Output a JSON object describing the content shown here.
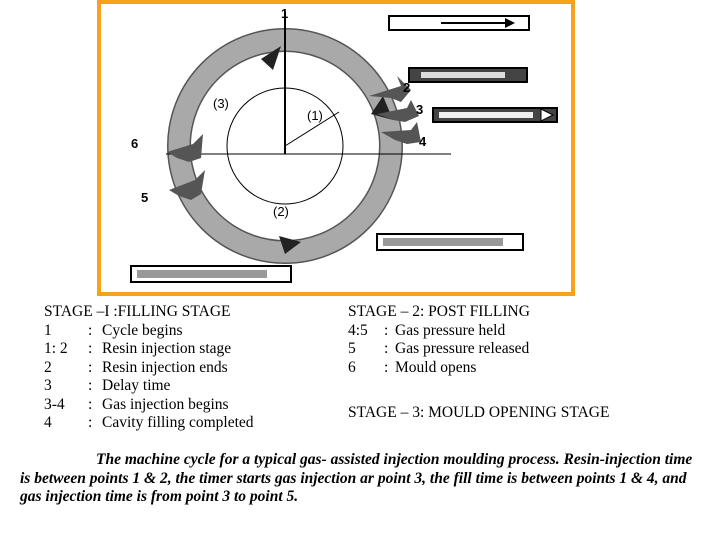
{
  "diagram": {
    "point_labels": [
      "1",
      "2",
      "3",
      "4",
      "5",
      "6"
    ],
    "interval_labels": [
      "(1)",
      "(2)",
      "(3)"
    ],
    "frame_color": "#f7a21b",
    "ring_color": "#a9a9a9",
    "icons": [
      "cycle-ring",
      "mould-cavity-icon",
      "arrow-icon"
    ]
  },
  "stage1": {
    "title": "STAGE –I :FILLING STAGE",
    "rows": [
      {
        "key": "1",
        "sep": ":",
        "desc": "Cycle begins"
      },
      {
        "key": "1: 2",
        "sep": ":",
        "desc": "Resin injection stage"
      },
      {
        "key": "2",
        "sep": ":",
        "desc": "Resin injection ends"
      },
      {
        "key": "3",
        "sep": ":",
        "desc": "Delay time"
      },
      {
        "key": "3-4",
        "sep": ":",
        "desc": "Gas injection begins"
      },
      {
        "key": "4",
        "sep": ":",
        "desc": "Cavity filling completed"
      }
    ]
  },
  "stage2": {
    "title": "STAGE – 2: POST FILLING",
    "rows": [
      {
        "key": "4:5",
        "sep": ":",
        "desc": "Gas pressure held"
      },
      {
        "key": "5",
        "sep": ":",
        "desc": "Gas pressure released"
      },
      {
        "key": "6",
        "sep": ":",
        "desc": "Mould opens"
      }
    ]
  },
  "stage3": {
    "title": "STAGE – 3: MOULD OPENING STAGE"
  },
  "caption": "The machine cycle for a typical gas- assisted injection moulding process. Resin-injection time is between points 1 & 2, the timer starts gas injection ar point 3, the fill time is between points 1 & 4, and gas injection  time is from point 3 to point 5."
}
